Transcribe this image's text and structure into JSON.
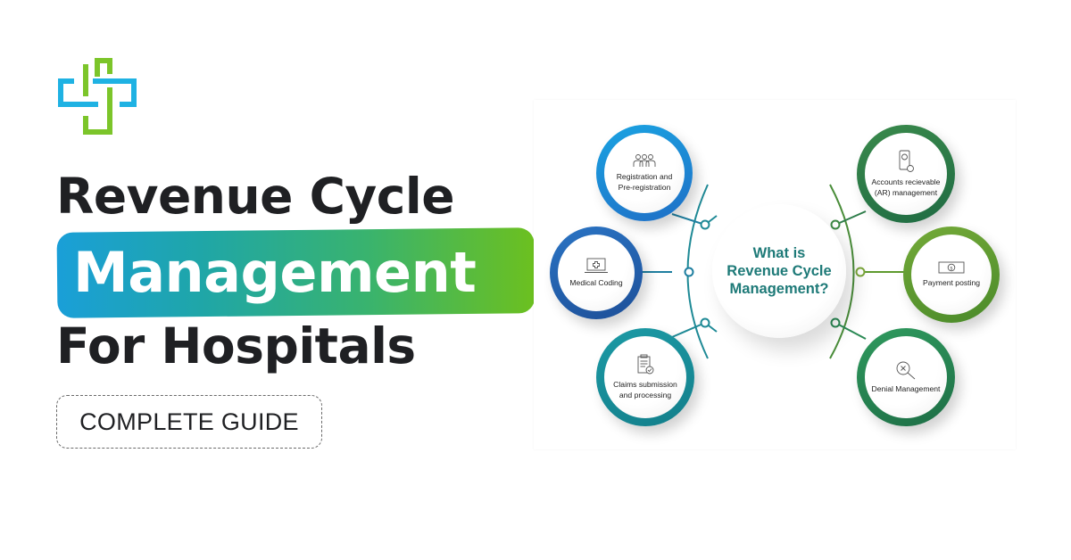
{
  "logo": {
    "icon": "medical-cross-logo-icon",
    "colors": {
      "blue": "#1fb2e3",
      "green": "#7cc52a"
    }
  },
  "headline": {
    "line1": "Revenue Cycle",
    "line2": "Management",
    "line3": "For Hospitals",
    "gradient": [
      "#1a9fd8",
      "#39b36e",
      "#6cc01f"
    ]
  },
  "badge": {
    "label": "COMPLETE GUIDE"
  },
  "diagram": {
    "center": {
      "line1": "What is",
      "line2": "Revenue Cycle",
      "line3": "Management?",
      "color": "#1e7a78"
    },
    "nodes": [
      {
        "label_line1": "Registration and",
        "label_line2": "Pre-registration",
        "icon": "people-group-icon",
        "ring": "#1e88d6"
      },
      {
        "label_line1": "Medical Coding",
        "label_line2": "",
        "icon": "laptop-medical-icon",
        "ring": "#1f5fae"
      },
      {
        "label_line1": "Claims submission",
        "label_line2": "and processing",
        "icon": "clipboard-check-icon",
        "ring": "#17909c"
      },
      {
        "label_line1": "Accounts recievable",
        "label_line2": "(AR) management",
        "icon": "mobile-payment-icon",
        "ring": "#2e7d4a"
      },
      {
        "label_line1": "Payment posting",
        "label_line2": "",
        "icon": "dollar-bill-icon",
        "ring": "#5e9a2e"
      },
      {
        "label_line1": "Denial Management",
        "label_line2": "",
        "icon": "search-x-icon",
        "ring": "#2b8a55"
      }
    ]
  }
}
